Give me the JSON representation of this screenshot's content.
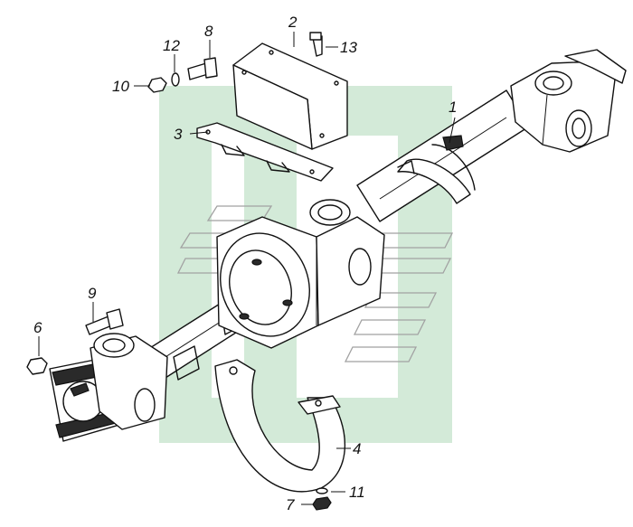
{
  "callouts": {
    "c1": "1",
    "c2": "2",
    "c3": "3",
    "c4": "4",
    "c6": "6",
    "c7": "7",
    "c8": "8",
    "c9": "9",
    "c10": "10",
    "c11": "11",
    "c12": "12",
    "c13": "13"
  },
  "colors": {
    "watermark": "#cfe8d4",
    "watermark_stripe": "#ffffff",
    "line": "#111111",
    "background": "#ffffff"
  }
}
